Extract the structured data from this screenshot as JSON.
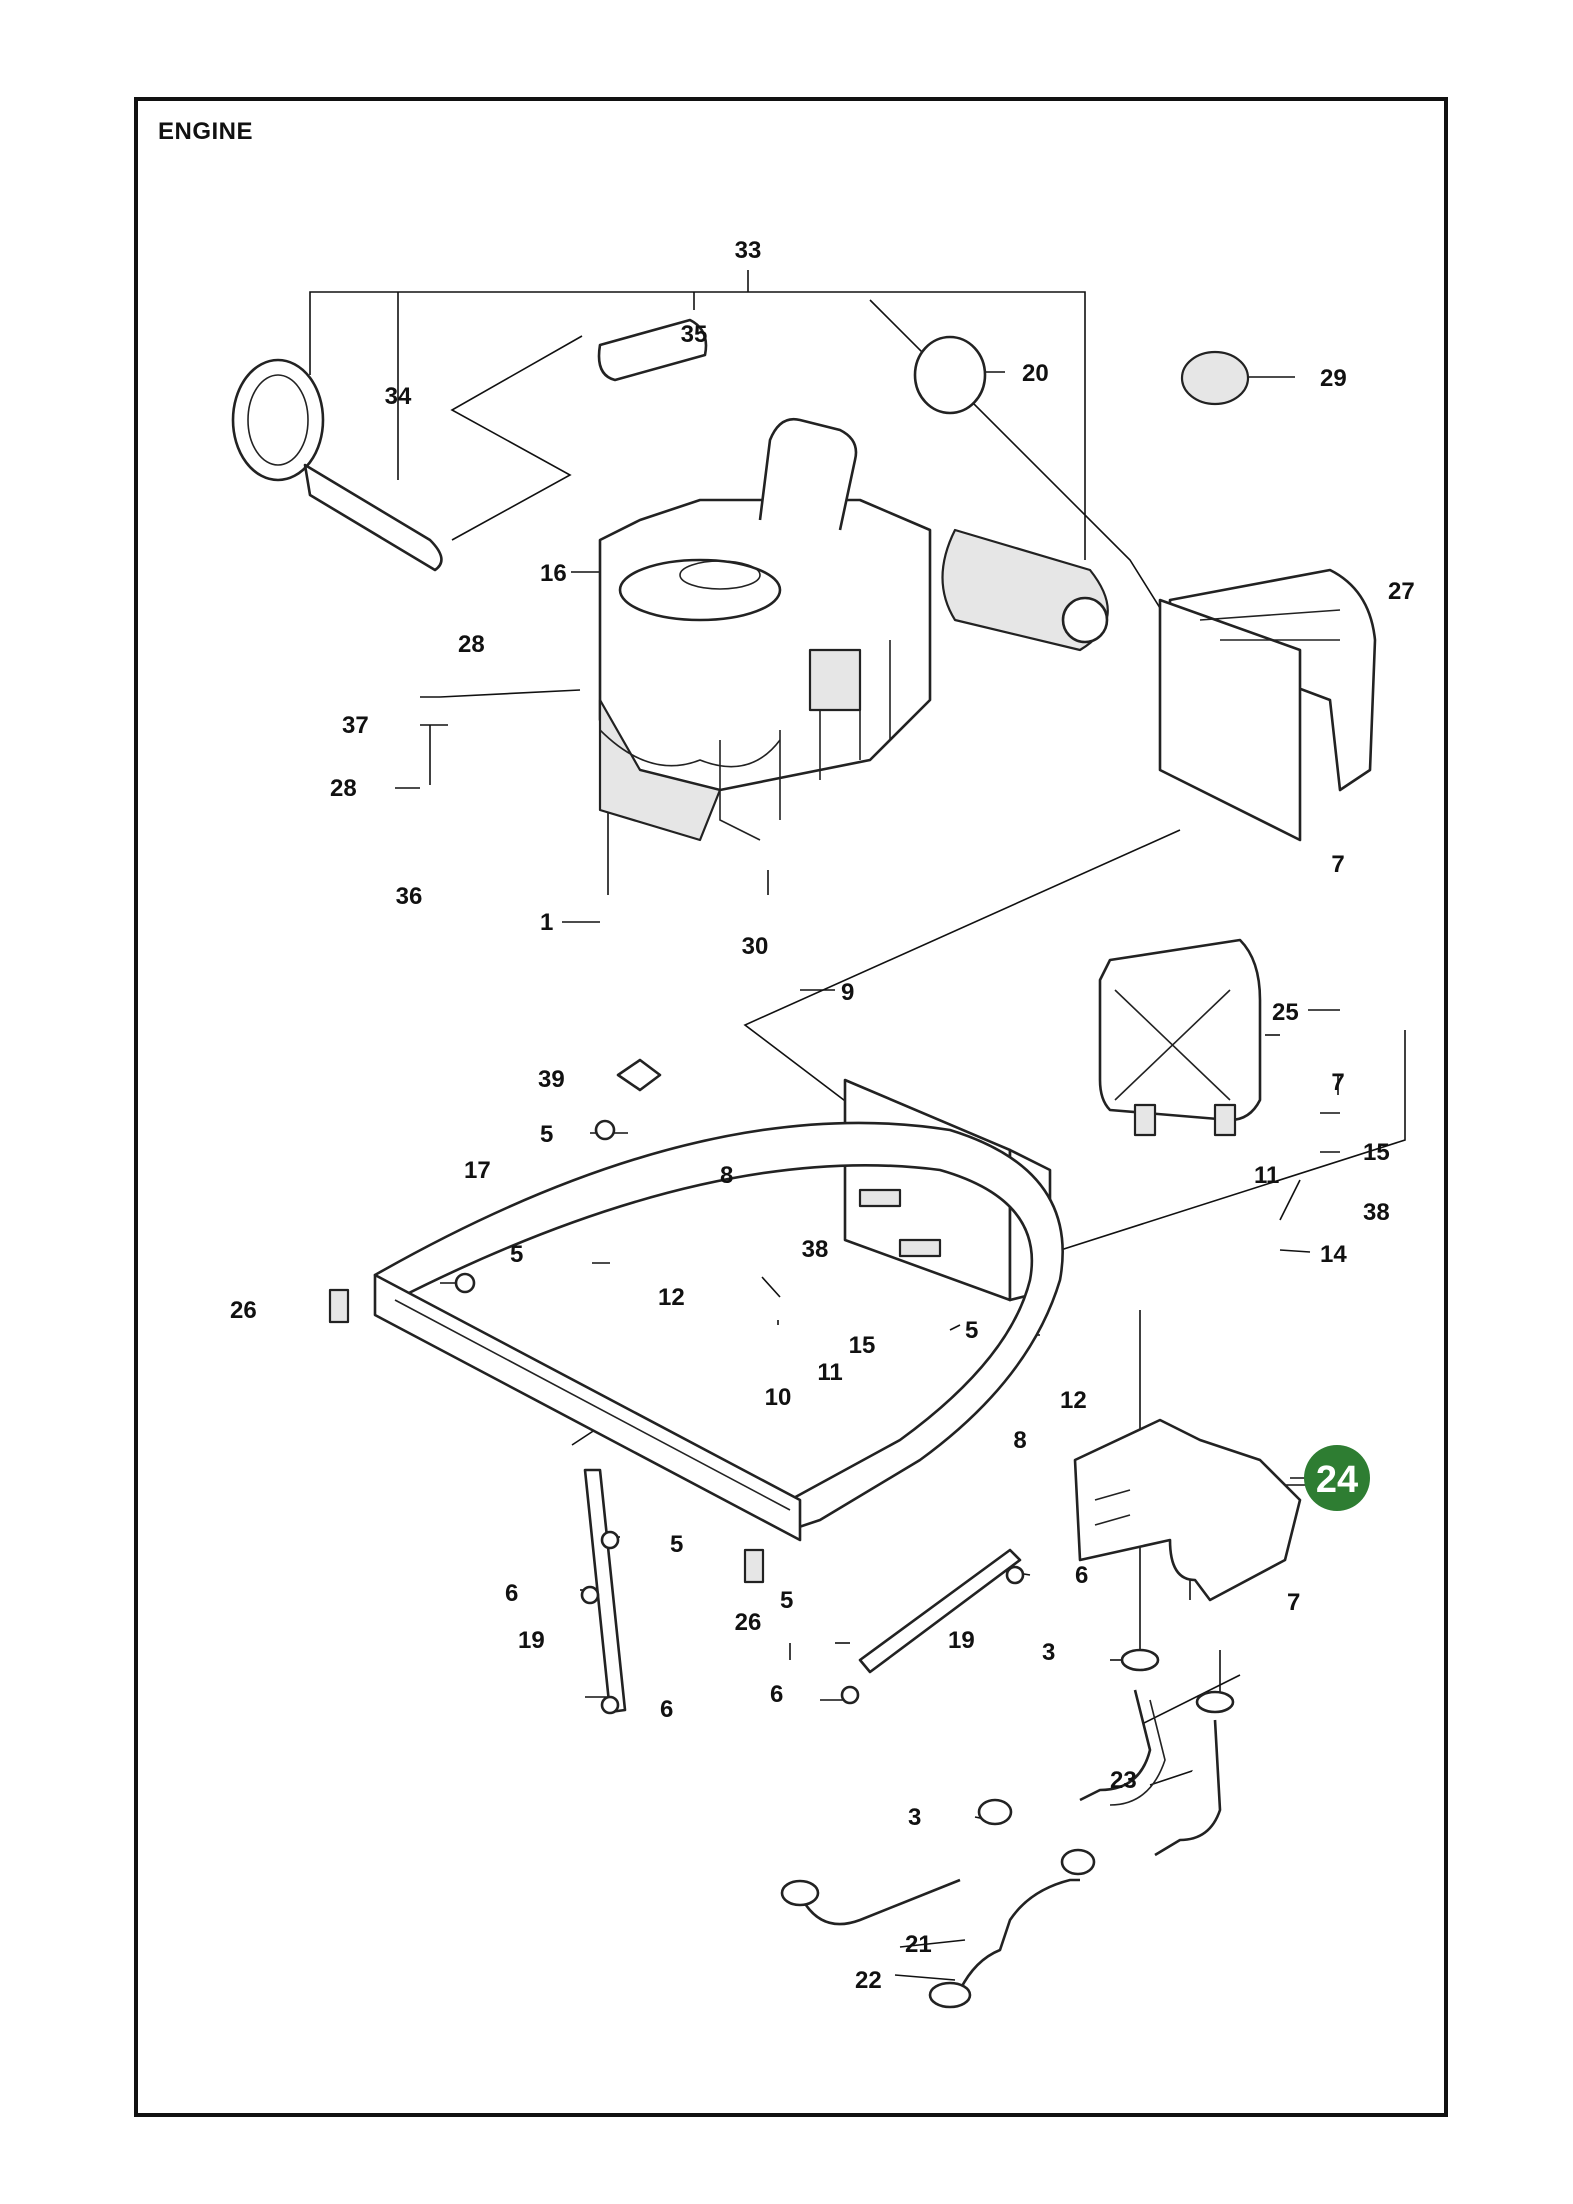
{
  "diagram": {
    "title": "ENGINE",
    "highlight_color": "#2e7d32",
    "highlighted_part": "24",
    "labels": [
      "33",
      "35",
      "34",
      "20",
      "29",
      "16",
      "27",
      "28",
      "37",
      "28",
      "36",
      "1",
      "30",
      "9",
      "25",
      "39",
      "7",
      "7",
      "5",
      "17",
      "8",
      "15",
      "11",
      "38",
      "14",
      "5",
      "26",
      "12",
      "38",
      "5",
      "12",
      "15",
      "10",
      "11",
      "8",
      "24",
      "5",
      "6",
      "26",
      "5",
      "6",
      "19",
      "19",
      "7",
      "3",
      "6",
      "6",
      "23",
      "3",
      "21",
      "22"
    ]
  }
}
